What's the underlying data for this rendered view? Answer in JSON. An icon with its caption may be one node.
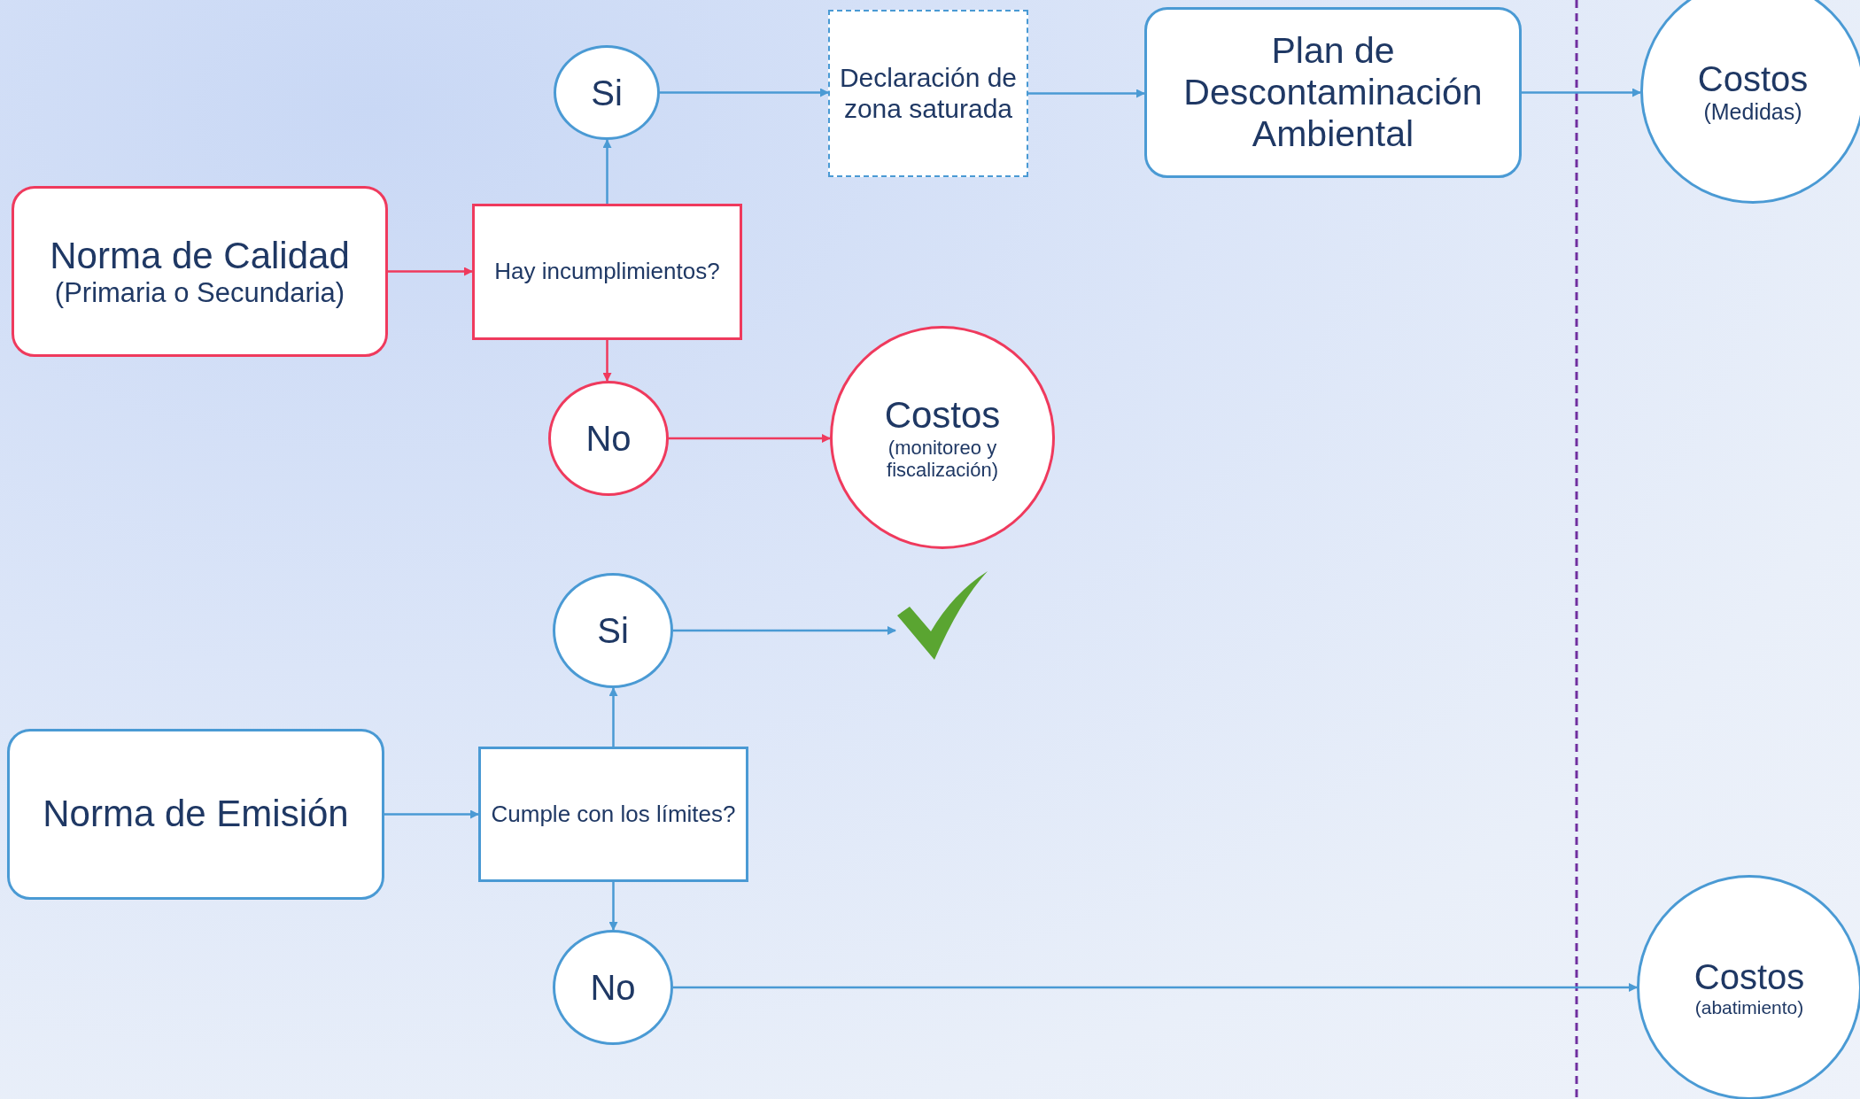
{
  "diagram": {
    "nodes": [
      {
        "text": [
          "Norma de Calidad",
          "(Primaria o Secundaria)"
        ]
      },
      {
        "text": [
          "Hay incumplimientos?"
        ]
      },
      {
        "text": [
          "Si"
        ]
      },
      {
        "text": [
          "Declaración de zona saturada"
        ]
      },
      {
        "text": [
          "Plan de Descontaminación Ambiental"
        ]
      },
      {
        "text": [
          "Costos",
          "(Medidas)"
        ]
      },
      {
        "text": [
          "No"
        ]
      },
      {
        "text": [
          "Costos",
          "(monitoreo y fiscalización)"
        ]
      },
      {
        "text": [
          "Norma de Emisión"
        ]
      },
      {
        "text": [
          "Cumple con los límites?"
        ]
      },
      {
        "text": [
          "Si"
        ]
      },
      {
        "text": [],
        "shape": "picture"
      },
      {
        "text": [
          "No"
        ]
      },
      {
        "text": [
          "Costos",
          "(abatimiento)"
        ]
      }
    ],
    "edges": [
      {
        "from": 0,
        "to": 1,
        "arrow": "to",
        "color": "#ef3a5d"
      },
      {
        "from": 1,
        "to": 2,
        "arrow": "to"
      },
      {
        "from": 2,
        "to": 3,
        "arrow": "to"
      },
      {
        "from": 3,
        "to": 4,
        "arrow": "to"
      },
      {
        "from": 4,
        "to": 5,
        "arrow": "to"
      },
      {
        "from": 1,
        "to": 6,
        "arrow": "to",
        "color": "#ef3a5d"
      },
      {
        "from": 6,
        "to": 7,
        "arrow": "to",
        "color": "#ef3a5d"
      },
      {
        "from": 8,
        "to": 9,
        "arrow": "to"
      },
      {
        "from": 9,
        "to": 10,
        "arrow": "to"
      },
      {
        "from": 10,
        "to": 11,
        "arrow": "to"
      },
      {
        "from": 9,
        "to": 12,
        "arrow": "to"
      },
      {
        "from": 12,
        "to": 13,
        "arrow": "to"
      }
    ]
  }
}
